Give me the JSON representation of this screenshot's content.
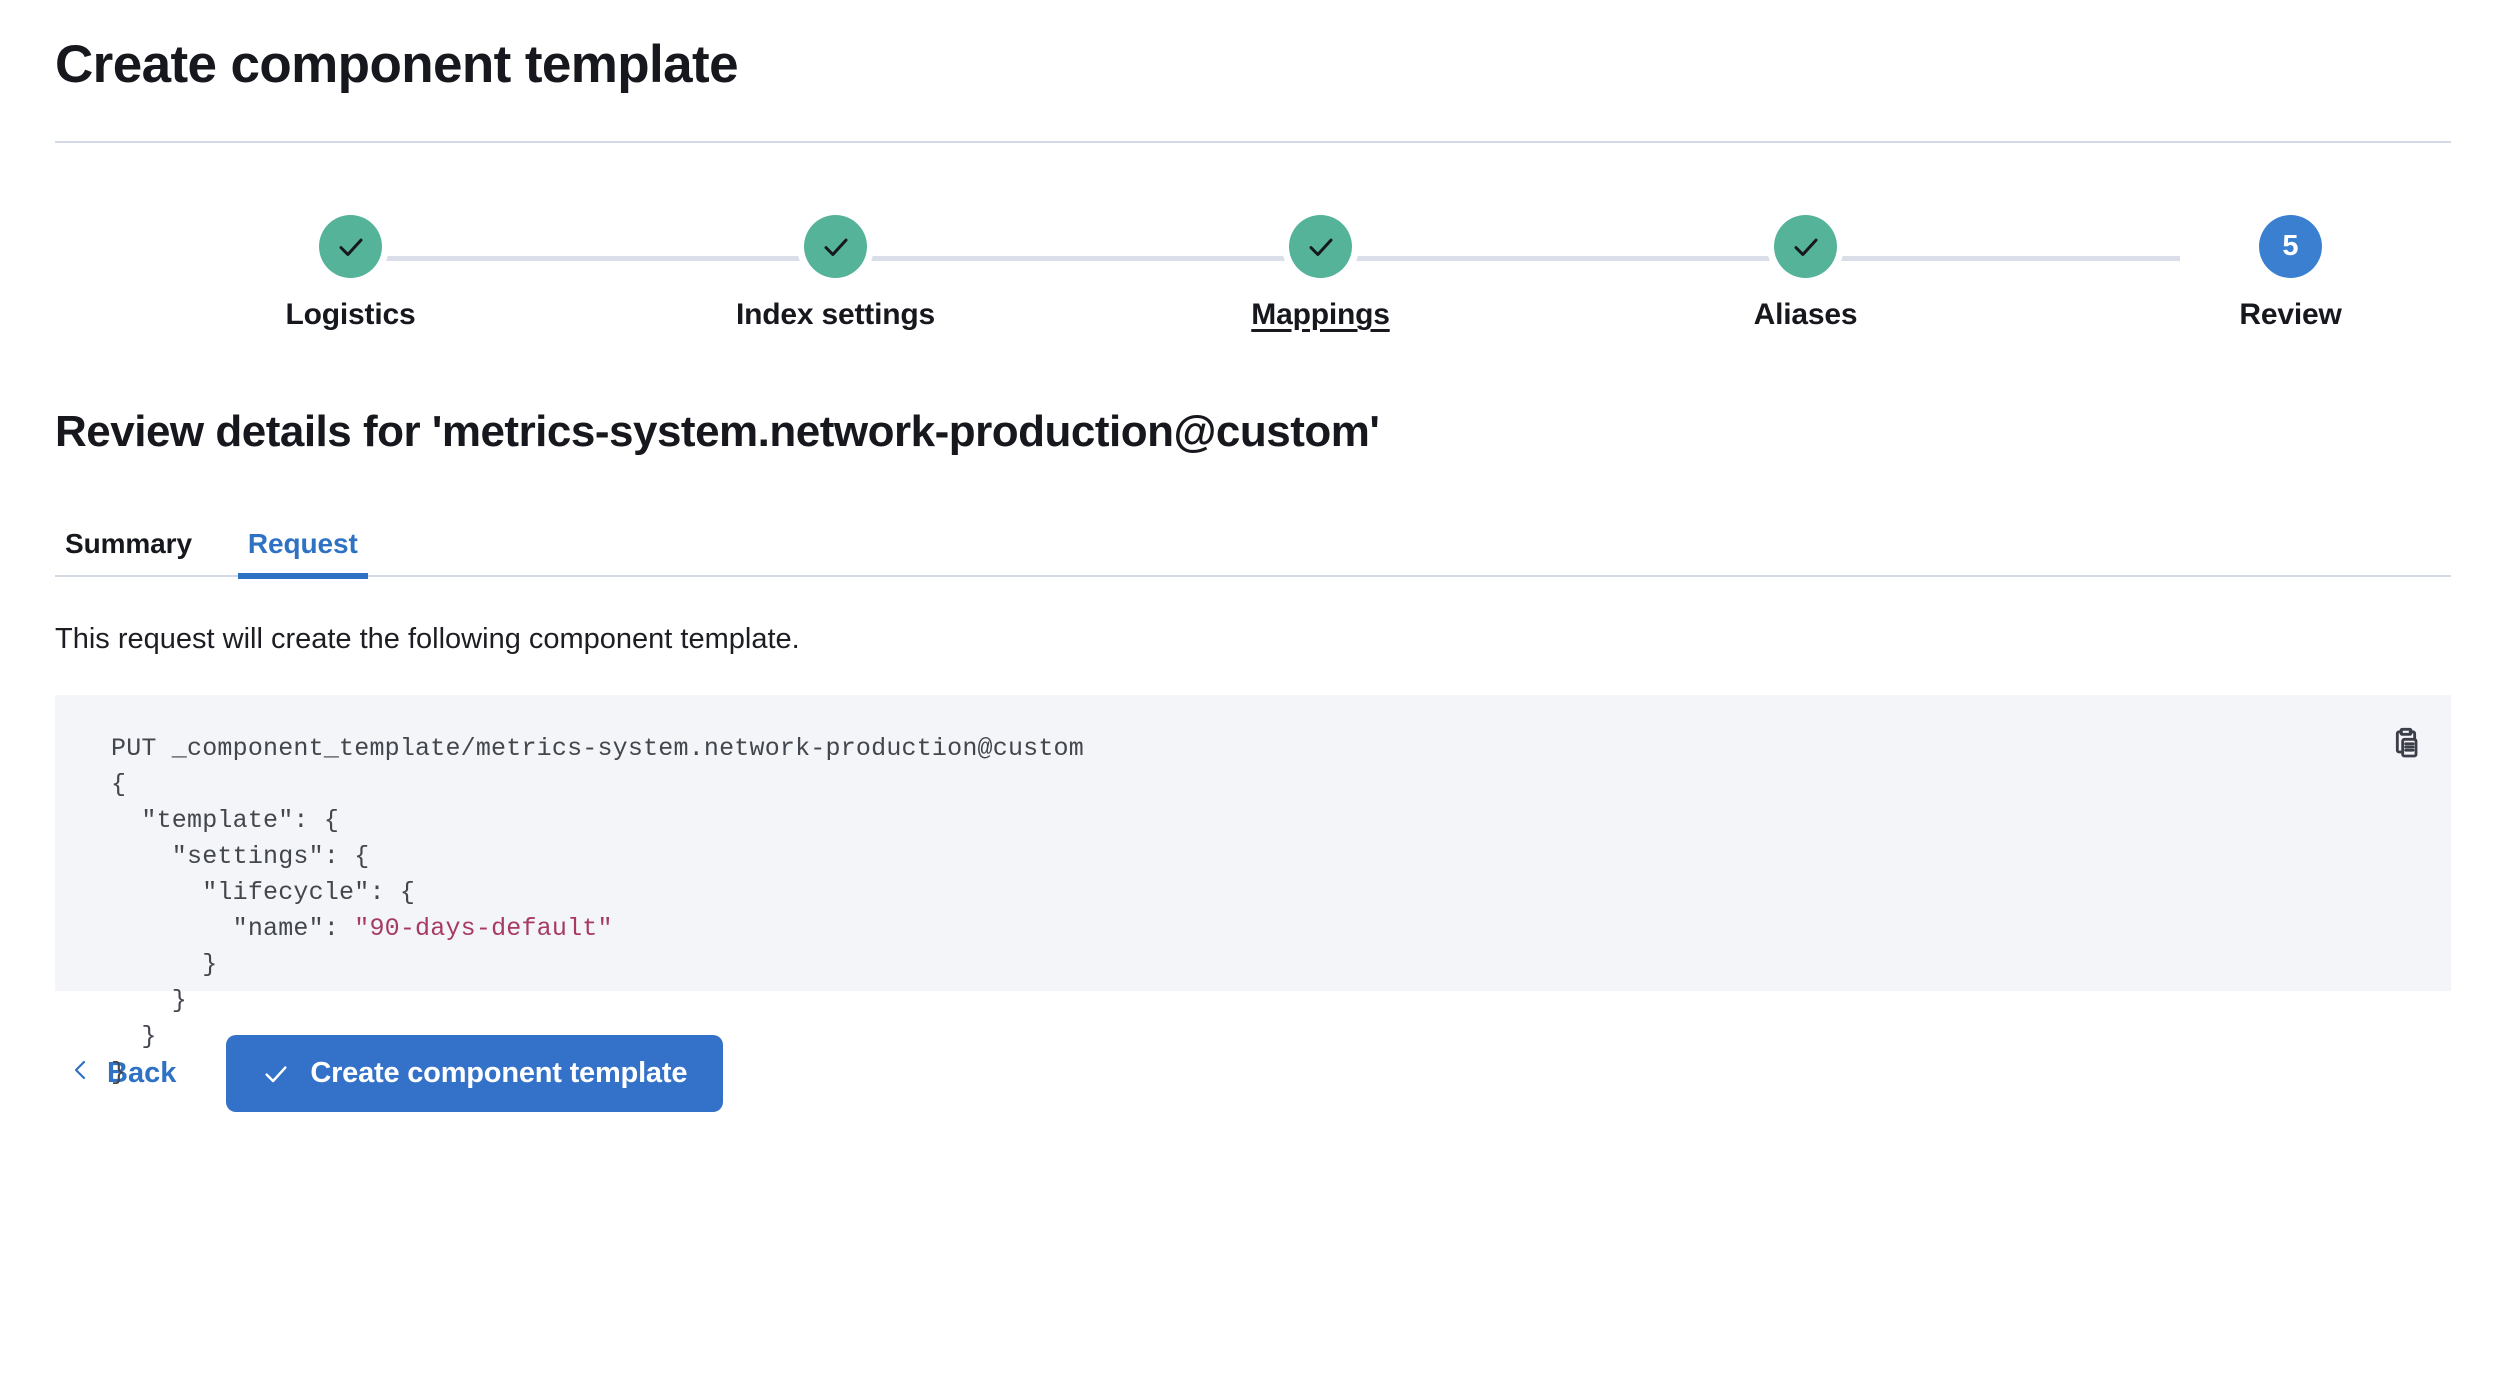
{
  "header": {
    "title": "Create component template"
  },
  "stepper": {
    "steps": [
      {
        "label": "Logistics",
        "state": "complete",
        "icon": "check-icon",
        "number": "1"
      },
      {
        "label": "Index settings",
        "state": "complete",
        "icon": "check-icon",
        "number": "2"
      },
      {
        "label": "Mappings",
        "state": "complete",
        "icon": "check-icon",
        "number": "3",
        "hovered": true
      },
      {
        "label": "Aliases",
        "state": "complete",
        "icon": "check-icon",
        "number": "4"
      },
      {
        "label": "Review",
        "state": "current",
        "icon": "",
        "number": "5"
      }
    ],
    "complete_color": "#54b399",
    "current_color": "#3a7fd0",
    "track_color": "#d9dee8"
  },
  "review": {
    "heading": "Review details for 'metrics-system.network-production@custom'",
    "tabs": [
      {
        "label": "Summary",
        "active": false
      },
      {
        "label": "Request",
        "active": true
      }
    ],
    "description": "This request will create the following component template.",
    "accent_color": "#2f72c4"
  },
  "code": {
    "copy_icon": "copy-clipboard-icon",
    "method_line": "PUT _component_template/metrics-system.network-production@custom",
    "lines": [
      "{",
      "  \"template\": {",
      "    \"settings\": {",
      "      \"lifecycle\": {",
      "        \"name\": ",
      "      }",
      "    }",
      "  }",
      "}"
    ],
    "string_value": "\"90-days-default\"",
    "string_color": "#a63a65",
    "background": "#f4f5f9",
    "full_text": "PUT _component_template/metrics-system.network-production@custom\n{\n  \"template\": {\n    \"settings\": {\n      \"lifecycle\": {\n        \"name\": \"90-days-default\"\n      }\n    }\n  }\n}"
  },
  "footer": {
    "back_label": "Back",
    "back_icon": "chevron-left-icon",
    "submit_label": "Create component template",
    "submit_icon": "check-icon",
    "submit_color": "#3372c8"
  }
}
